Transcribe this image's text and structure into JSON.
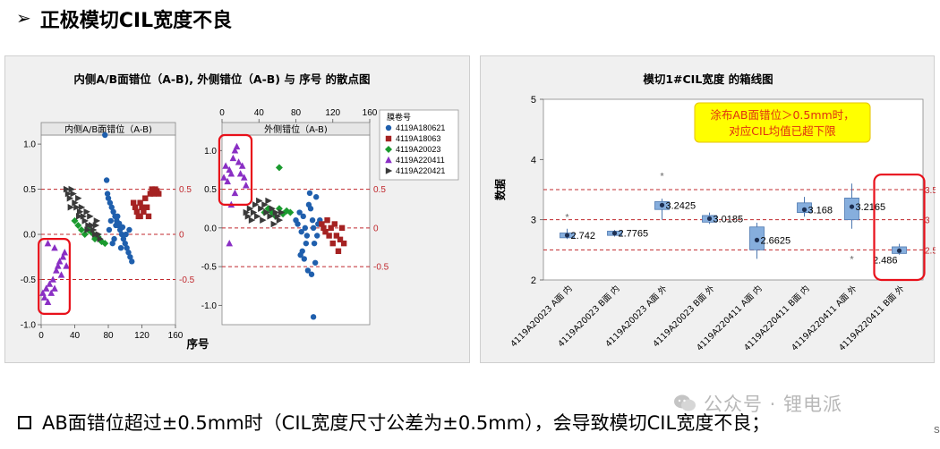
{
  "slide": {
    "title": "正极模切CIL宽度不良",
    "note": "AB面错位超过±0.5mm时（CIL宽度尺寸公差为±0.5mm），会导致模切CIL宽度不良；",
    "watermark": "公众号 · 锂电派",
    "edge_mark": "S"
  },
  "chart_data": [
    {
      "type": "scatter",
      "title": "内侧A/B面错位（A-B), 外侧错位（A-B) 与 序号 的散点图",
      "xlabel": "序号",
      "panels": [
        {
          "name": "内侧A/B面错位（A-B)",
          "xlim": [
            0,
            160
          ],
          "ylim": [
            -1.0,
            1.1
          ],
          "xticks": [
            0,
            40,
            80,
            120,
            160
          ],
          "yticks": [
            -1.0,
            -0.5,
            0.0,
            0.5,
            1.0
          ],
          "refs": [
            0.5,
            0,
            -0.5
          ],
          "ref_labels": [
            "0.5",
            "0",
            "-0.5"
          ]
        },
        {
          "name": "外侧错位（A-B)",
          "xlim": [
            0,
            160
          ],
          "ylim": [
            -1.25,
            1.2
          ],
          "xticks": [
            0,
            40,
            80,
            120,
            160
          ],
          "yticks": [
            -1.0,
            -0.5,
            0.0,
            0.5,
            1.0
          ],
          "refs": [
            0.5,
            0,
            -0.5
          ],
          "ref_labels": [
            "0.5",
            "0",
            "-0.5"
          ]
        }
      ],
      "legend_title": "膜卷号",
      "legend_placement": "right",
      "series": [
        {
          "name": "4119A180621",
          "marker": "circle",
          "color": "#1f5fad",
          "inner": [
            [
              76,
              1.1
            ],
            [
              78,
              0.6
            ],
            [
              79,
              0.45
            ],
            [
              80,
              0.4
            ],
            [
              82,
              0.35
            ],
            [
              84,
              0.3
            ],
            [
              86,
              0.25
            ],
            [
              88,
              0.2
            ],
            [
              90,
              0.15
            ],
            [
              92,
              0.1
            ],
            [
              94,
              0.05
            ],
            [
              96,
              0.0
            ],
            [
              98,
              -0.05
            ],
            [
              100,
              -0.1
            ],
            [
              102,
              -0.15
            ],
            [
              104,
              -0.2
            ],
            [
              106,
              -0.25
            ],
            [
              108,
              -0.3
            ],
            [
              81,
              0.05
            ],
            [
              85,
              -0.1
            ],
            [
              89,
              0.1
            ],
            [
              93,
              0.12
            ],
            [
              97,
              0.08
            ],
            [
              101,
              0.0
            ],
            [
              105,
              0.05
            ],
            [
              83,
              0.15
            ],
            [
              87,
              -0.05
            ],
            [
              91,
              0.2
            ],
            [
              95,
              -0.15
            ]
          ],
          "outer": [
            [
              80,
              0.1
            ],
            [
              82,
              0.05
            ],
            [
              84,
              0.2
            ],
            [
              86,
              -0.05
            ],
            [
              88,
              0.15
            ],
            [
              90,
              0.0
            ],
            [
              92,
              -0.1
            ],
            [
              94,
              0.3
            ],
            [
              96,
              0.25
            ],
            [
              98,
              0.1
            ],
            [
              100,
              -0.2
            ],
            [
              102,
              0.4
            ],
            [
              104,
              0.05
            ],
            [
              106,
              0.1
            ],
            [
              85,
              -0.35
            ],
            [
              89,
              -0.4
            ],
            [
              93,
              -0.55
            ],
            [
              97,
              -0.6
            ],
            [
              101,
              -0.45
            ],
            [
              95,
              0.45
            ],
            [
              91,
              -0.2
            ],
            [
              99,
              0.0
            ],
            [
              103,
              -0.1
            ],
            [
              87,
              -0.3
            ],
            [
              99,
              -1.15
            ]
          ]
        },
        {
          "name": "4119A18063",
          "marker": "square",
          "color": "#a52222",
          "inner": [
            [
              110,
              0.35
            ],
            [
              112,
              0.3
            ],
            [
              114,
              0.25
            ],
            [
              116,
              0.2
            ],
            [
              118,
              0.35
            ],
            [
              120,
              0.3
            ],
            [
              122,
              0.25
            ],
            [
              124,
              0.4
            ],
            [
              126,
              0.3
            ],
            [
              128,
              0.2
            ],
            [
              130,
              0.45
            ],
            [
              132,
              0.5
            ],
            [
              134,
              0.45
            ],
            [
              136,
              0.5
            ],
            [
              138,
              0.48
            ],
            [
              140,
              0.45
            ],
            [
              118,
              0.2
            ]
          ],
          "outer": [
            [
              108,
              0.05
            ],
            [
              110,
              0.0
            ],
            [
              112,
              -0.05
            ],
            [
              114,
              0.1
            ],
            [
              116,
              -0.1
            ],
            [
              118,
              0.0
            ],
            [
              120,
              -0.2
            ],
            [
              122,
              0.05
            ],
            [
              124,
              -0.1
            ],
            [
              126,
              -0.3
            ],
            [
              128,
              -0.15
            ],
            [
              130,
              0.0
            ],
            [
              132,
              -0.2
            ]
          ]
        },
        {
          "name": "4119A20023",
          "marker": "diamond",
          "color": "#1a9a2e",
          "inner": [
            [
              40,
              0.15
            ],
            [
              44,
              0.1
            ],
            [
              48,
              0.05
            ],
            [
              52,
              0.0
            ],
            [
              56,
              0.05
            ],
            [
              60,
              0.02
            ],
            [
              64,
              -0.05
            ],
            [
              68,
              -0.03
            ],
            [
              72,
              -0.08
            ],
            [
              76,
              -0.1
            ]
          ],
          "outer": [
            [
              62,
              0.78
            ],
            [
              46,
              0.2
            ],
            [
              50,
              0.25
            ],
            [
              54,
              0.2
            ],
            [
              58,
              0.15
            ],
            [
              62,
              0.25
            ],
            [
              66,
              0.18
            ],
            [
              70,
              0.22
            ],
            [
              74,
              0.2
            ]
          ]
        },
        {
          "name": "4119A220411",
          "marker": "triangle",
          "color": "#8a2fc4",
          "inner": [
            [
              2,
              -0.65
            ],
            [
              4,
              -0.7
            ],
            [
              6,
              -0.6
            ],
            [
              8,
              -0.75
            ],
            [
              10,
              -0.55
            ],
            [
              12,
              -0.65
            ],
            [
              14,
              -0.5
            ],
            [
              16,
              -0.6
            ],
            [
              18,
              -0.4
            ],
            [
              20,
              -0.35
            ],
            [
              22,
              -0.3
            ],
            [
              24,
              -0.45
            ],
            [
              26,
              -0.25
            ],
            [
              28,
              -0.2
            ],
            [
              30,
              -0.35
            ],
            [
              8,
              -0.1
            ],
            [
              16,
              -0.15
            ]
          ],
          "outer": [
            [
              2,
              0.65
            ],
            [
              4,
              0.8
            ],
            [
              6,
              0.6
            ],
            [
              8,
              0.75
            ],
            [
              10,
              0.7
            ],
            [
              12,
              0.9
            ],
            [
              14,
              1.0
            ],
            [
              16,
              1.05
            ],
            [
              18,
              0.85
            ],
            [
              20,
              0.7
            ],
            [
              22,
              0.8
            ],
            [
              24,
              0.65
            ],
            [
              26,
              0.55
            ],
            [
              10,
              0.3
            ],
            [
              8,
              -0.2
            ],
            [
              14,
              0.45
            ]
          ]
        },
        {
          "name": "4119A220421",
          "marker": "triangle-right",
          "color": "#3a3a3a",
          "inner": [
            [
              30,
              0.5
            ],
            [
              32,
              0.45
            ],
            [
              34,
              0.4
            ],
            [
              36,
              0.5
            ],
            [
              38,
              0.45
            ],
            [
              40,
              0.35
            ],
            [
              42,
              0.3
            ],
            [
              44,
              0.4
            ],
            [
              46,
              0.25
            ],
            [
              48,
              0.3
            ],
            [
              50,
              0.2
            ],
            [
              52,
              0.15
            ],
            [
              54,
              0.25
            ],
            [
              56,
              0.1
            ],
            [
              58,
              0.2
            ],
            [
              60,
              0.1
            ],
            [
              62,
              0.05
            ],
            [
              64,
              0.0
            ],
            [
              66,
              0.15
            ],
            [
              68,
              0.0
            ],
            [
              70,
              -0.05
            ],
            [
              35,
              0.3
            ],
            [
              45,
              0.2
            ],
            [
              55,
              0.05
            ],
            [
              65,
              0.1
            ]
          ],
          "outer": [
            [
              26,
              0.2
            ],
            [
              28,
              0.15
            ],
            [
              30,
              0.25
            ],
            [
              32,
              0.1
            ],
            [
              34,
              0.2
            ],
            [
              36,
              0.3
            ],
            [
              38,
              0.15
            ],
            [
              40,
              0.35
            ],
            [
              42,
              0.25
            ],
            [
              44,
              0.1
            ],
            [
              46,
              0.3
            ],
            [
              48,
              0.2
            ],
            [
              50,
              0.35
            ],
            [
              52,
              0.15
            ],
            [
              54,
              0.25
            ],
            [
              56,
              0.05
            ],
            [
              58,
              0.2
            ],
            [
              60,
              0.15
            ],
            [
              62,
              0.1
            ],
            [
              64,
              0.2
            ]
          ]
        }
      ]
    },
    {
      "type": "box",
      "title": "模切1#CIL宽度 的箱线图",
      "ylabel": "数据",
      "ylim": [
        2,
        5
      ],
      "yticks": [
        2,
        3,
        4,
        5
      ],
      "refs": [
        3.5,
        3,
        2.5
      ],
      "ref_labels": [
        "3.5",
        "3",
        "2.5"
      ],
      "categories": [
        "4119A20023 A面 内",
        "4119A20023 B面 内",
        "4119A20023 A面 外",
        "4119A20023 B面 外",
        "4119A220411 A面 内",
        "4119A220411 B面 内",
        "4119A220411 A面 外",
        "4119A220411 B面 外"
      ],
      "boxes": [
        {
          "mean": 2.742,
          "label": "2.742",
          "q1": 2.7,
          "q3": 2.78,
          "wlo": 2.68,
          "whi": 2.85,
          "outliers": [
            3.05
          ]
        },
        {
          "mean": 2.7765,
          "label": "2.7765",
          "q1": 2.74,
          "q3": 2.81,
          "wlo": 2.72,
          "whi": 2.83,
          "outliers": []
        },
        {
          "mean": 3.2425,
          "label": "3.2425",
          "q1": 3.17,
          "q3": 3.3,
          "wlo": 3.0,
          "whi": 3.35,
          "outliers": [
            3.73
          ]
        },
        {
          "mean": 3.0185,
          "label": "3.0185",
          "q1": 2.96,
          "q3": 3.07,
          "wlo": 2.93,
          "whi": 3.12,
          "outliers": []
        },
        {
          "mean": 2.6625,
          "label": "2.6625",
          "q1": 2.5,
          "q3": 2.88,
          "wlo": 2.35,
          "whi": 2.95,
          "outliers": []
        },
        {
          "mean": 3.168,
          "label": "3.168",
          "q1": 3.12,
          "q3": 3.28,
          "wlo": 3.05,
          "whi": 3.38,
          "outliers": []
        },
        {
          "mean": 3.2165,
          "label": "3.2165",
          "q1": 3.0,
          "q3": 3.36,
          "wlo": 2.85,
          "whi": 3.6,
          "outliers": [
            2.35
          ]
        },
        {
          "mean": 2.486,
          "label": "2.486",
          "q1": 2.44,
          "q3": 2.55,
          "wlo": 2.42,
          "whi": 2.6,
          "outliers": []
        }
      ],
      "annotation": "涂布AB面错位＞0.5mm时，对应CIL均值已超下限",
      "annotation_color": "#ffff00",
      "annotation_text_color": "#e03010"
    }
  ],
  "colors": {
    "ref_line": "#c0282d",
    "highlight": "#e8101a",
    "box_fill": "#86aedd",
    "box_edge": "#4d78b0"
  }
}
